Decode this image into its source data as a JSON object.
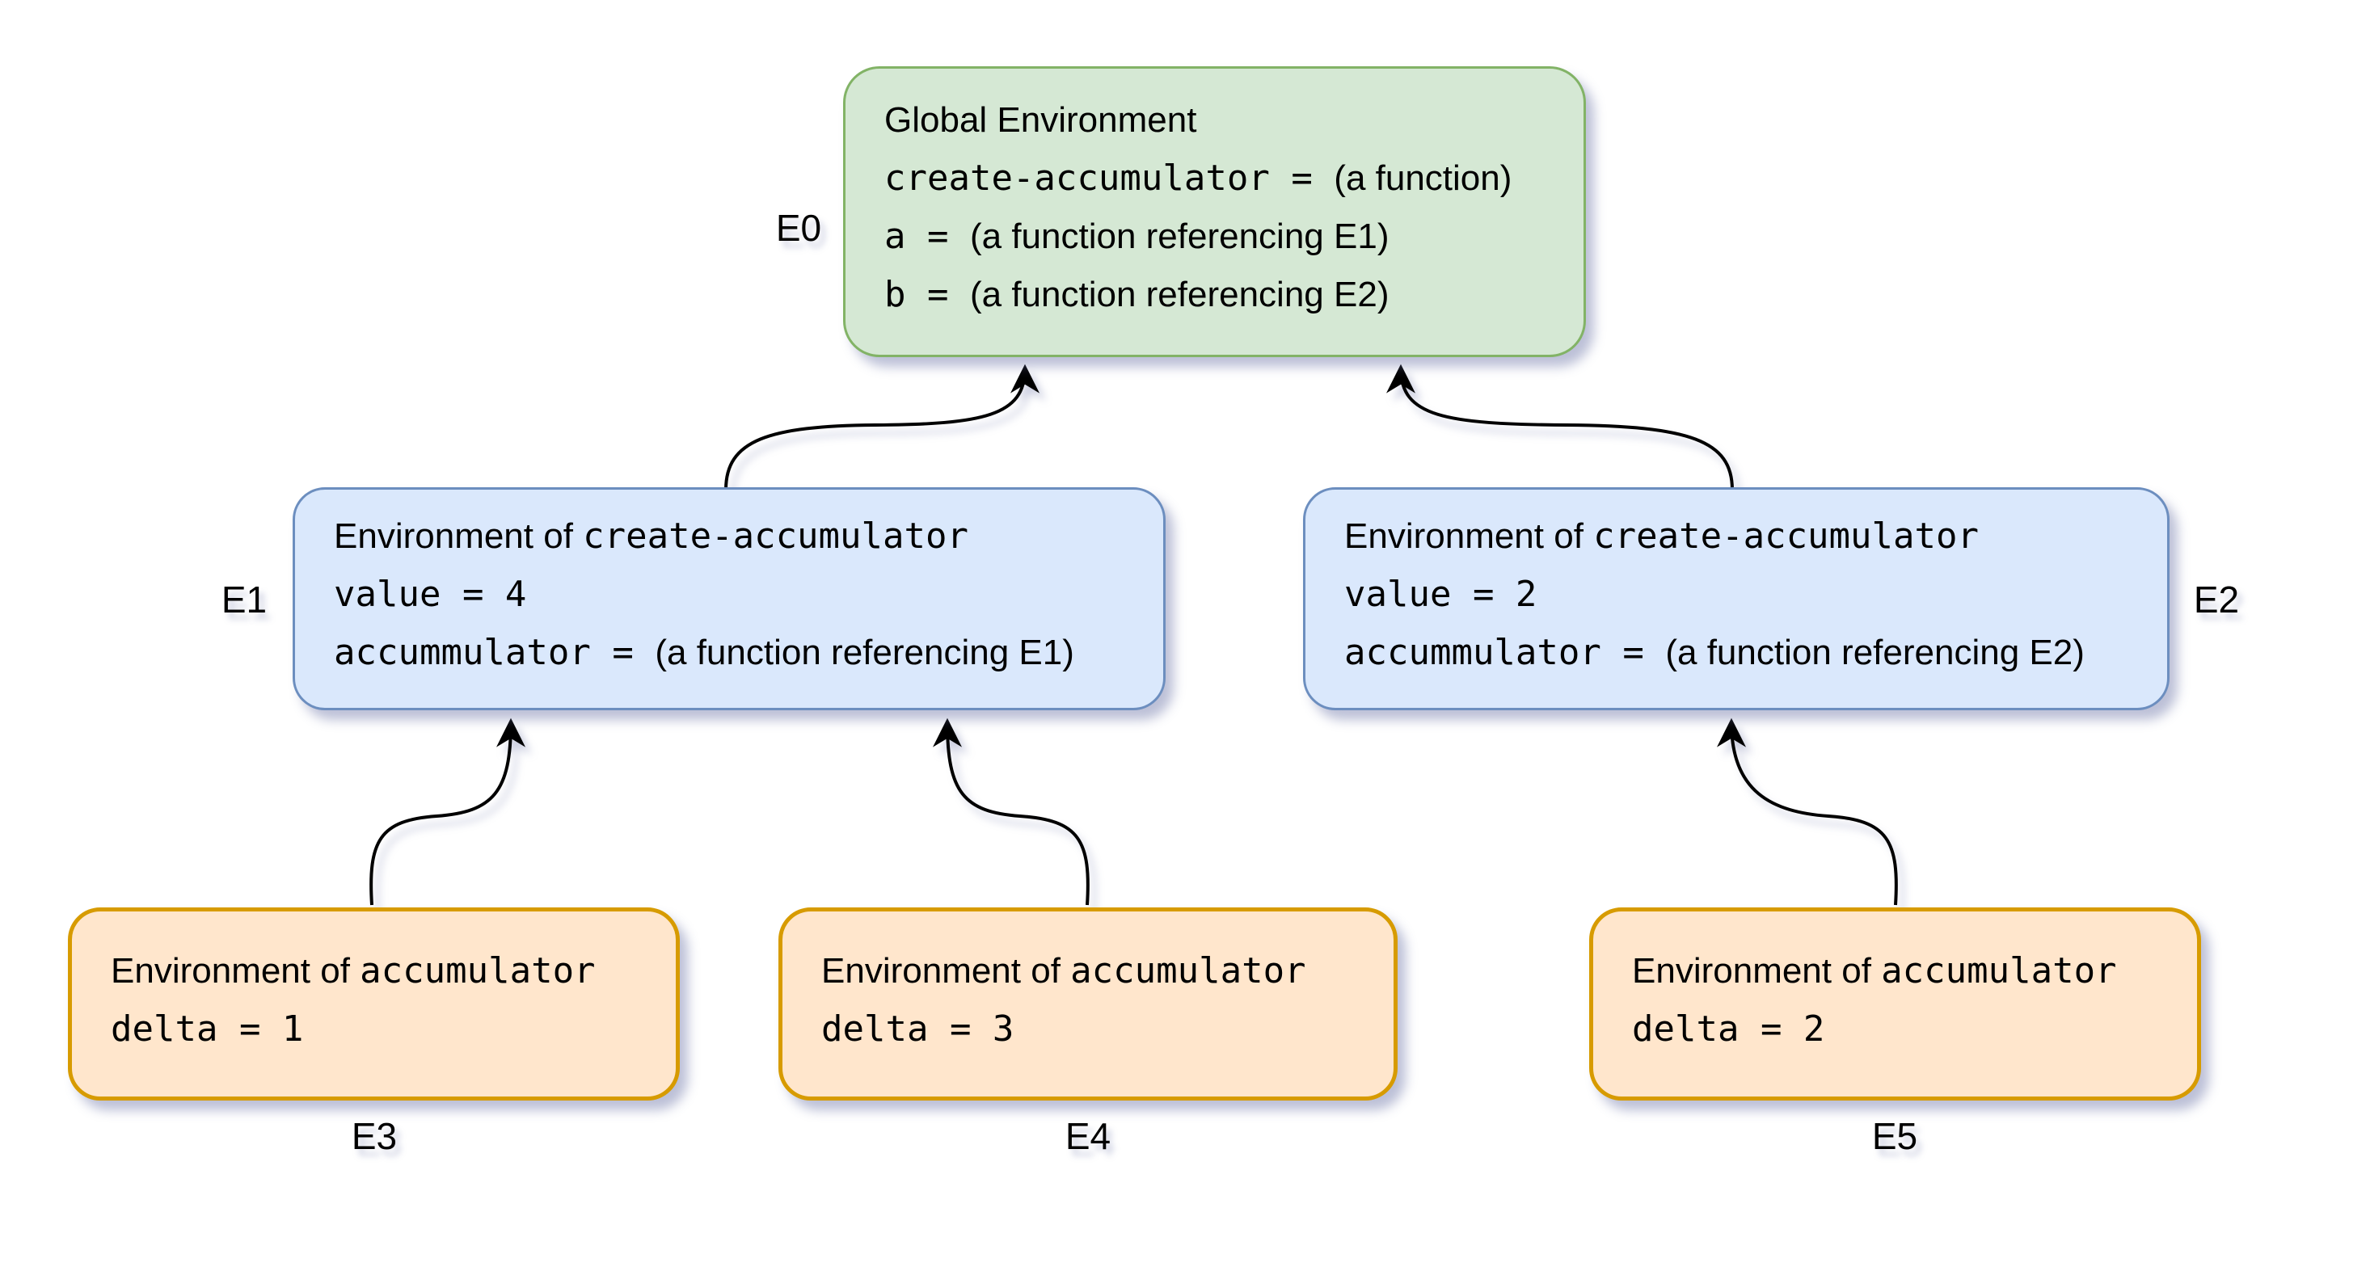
{
  "colors": {
    "green_fill": "#d5e8d4",
    "green_stroke": "#82b366",
    "blue_fill": "#dae8fc",
    "blue_stroke": "#6c8ebf",
    "orange_fill": "#ffe6cc",
    "orange_stroke": "#d79b00",
    "arrow": "#000000"
  },
  "boxes": {
    "e0": {
      "label": "E0",
      "lines": [
        [
          {
            "f": "sans",
            "t": "Global Environment"
          }
        ],
        [
          {
            "f": "mono",
            "t": "create-accumulator = "
          },
          {
            "f": "sans",
            "t": "(a function)"
          }
        ],
        [
          {
            "f": "mono",
            "t": "a = "
          },
          {
            "f": "sans",
            "t": "(a function referencing E1)"
          }
        ],
        [
          {
            "f": "mono",
            "t": "b = "
          },
          {
            "f": "sans",
            "t": "(a function referencing E2)"
          }
        ]
      ]
    },
    "e1": {
      "label": "E1",
      "lines": [
        [
          {
            "f": "sans",
            "t": "Environment of "
          },
          {
            "f": "mono",
            "t": "create-accumulator"
          }
        ],
        [
          {
            "f": "mono",
            "t": "value = 4"
          }
        ],
        [
          {
            "f": "mono",
            "t": "accummulator = "
          },
          {
            "f": "sans",
            "t": "(a function referencing E1)"
          }
        ]
      ]
    },
    "e2": {
      "label": "E2",
      "lines": [
        [
          {
            "f": "sans",
            "t": "Environment of "
          },
          {
            "f": "mono",
            "t": "create-accumulator"
          }
        ],
        [
          {
            "f": "mono",
            "t": "value = 2"
          }
        ],
        [
          {
            "f": "mono",
            "t": "accummulator = "
          },
          {
            "f": "sans",
            "t": "(a function referencing E2)"
          }
        ]
      ]
    },
    "e3": {
      "label": "E3",
      "lines": [
        [
          {
            "f": "sans",
            "t": "Environment of "
          },
          {
            "f": "mono",
            "t": "accumulator"
          }
        ],
        [
          {
            "f": "mono",
            "t": "delta = 1"
          }
        ]
      ]
    },
    "e4": {
      "label": "E4",
      "lines": [
        [
          {
            "f": "sans",
            "t": "Environment of "
          },
          {
            "f": "mono",
            "t": "accumulator"
          }
        ],
        [
          {
            "f": "mono",
            "t": "delta = 3"
          }
        ]
      ]
    },
    "e5": {
      "label": "E5",
      "lines": [
        [
          {
            "f": "sans",
            "t": "Environment of "
          },
          {
            "f": "mono",
            "t": "accumulator"
          }
        ],
        [
          {
            "f": "mono",
            "t": "delta = 2"
          }
        ]
      ]
    }
  }
}
